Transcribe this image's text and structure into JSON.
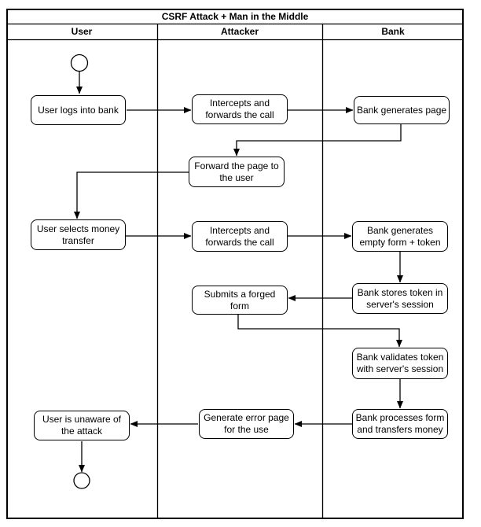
{
  "title": "CSRF Attack + Man in the Middle",
  "diagram_type": "swimlane-activity-diagram",
  "colors": {
    "stroke": "#000000",
    "node_fill": "#ffffff",
    "background": "#ffffff"
  },
  "lanes": [
    {
      "label": "User"
    },
    {
      "label": "Attacker"
    },
    {
      "label": "Bank"
    }
  ],
  "nodes": {
    "start": {
      "lane": "User",
      "type": "initial-node"
    },
    "user_logs": {
      "lane": "User",
      "label": "User logs into bank"
    },
    "intercepts_1": {
      "lane": "Attacker",
      "label": "Intercepts and\nforwards the call"
    },
    "bank_generates_page": {
      "lane": "Bank",
      "label": "Bank generates page"
    },
    "forward_page": {
      "lane": "Attacker",
      "label": "Forward the page to\nthe user"
    },
    "user_selects": {
      "lane": "User",
      "label": "User selects money\ntransfer"
    },
    "intercepts_2": {
      "lane": "Attacker",
      "label": "Intercepts and\nforwards the call"
    },
    "bank_empty_form": {
      "lane": "Bank",
      "label": "Bank generates\nempty form + token"
    },
    "bank_stores_token": {
      "lane": "Bank",
      "label": "Bank stores token in\nserver's session"
    },
    "submits_forged_form": {
      "lane": "Attacker",
      "label": "Submits a forged form"
    },
    "bank_validates_token": {
      "lane": "Bank",
      "label": "Bank validates token\nwith server's session"
    },
    "bank_processes_form": {
      "lane": "Bank",
      "label": "Bank processes form\nand transfers money"
    },
    "generate_error_page": {
      "lane": "Attacker",
      "label": "Generate error page\nfor the use"
    },
    "user_unaware": {
      "lane": "User",
      "label": "User is unaware of\nthe attack"
    },
    "end": {
      "lane": "User",
      "type": "final-node"
    }
  },
  "edges": [
    {
      "from": "start",
      "to": "user_logs"
    },
    {
      "from": "user_logs",
      "to": "intercepts_1"
    },
    {
      "from": "intercepts_1",
      "to": "bank_generates_page"
    },
    {
      "from": "bank_generates_page",
      "to": "forward_page"
    },
    {
      "from": "forward_page",
      "to": "user_selects"
    },
    {
      "from": "user_selects",
      "to": "intercepts_2"
    },
    {
      "from": "intercepts_2",
      "to": "bank_empty_form"
    },
    {
      "from": "bank_empty_form",
      "to": "bank_stores_token"
    },
    {
      "from": "bank_stores_token",
      "to": "submits_forged_form"
    },
    {
      "from": "submits_forged_form",
      "to": "bank_validates_token"
    },
    {
      "from": "bank_validates_token",
      "to": "bank_processes_form"
    },
    {
      "from": "bank_processes_form",
      "to": "generate_error_page"
    },
    {
      "from": "generate_error_page",
      "to": "user_unaware"
    },
    {
      "from": "user_unaware",
      "to": "end"
    }
  ]
}
